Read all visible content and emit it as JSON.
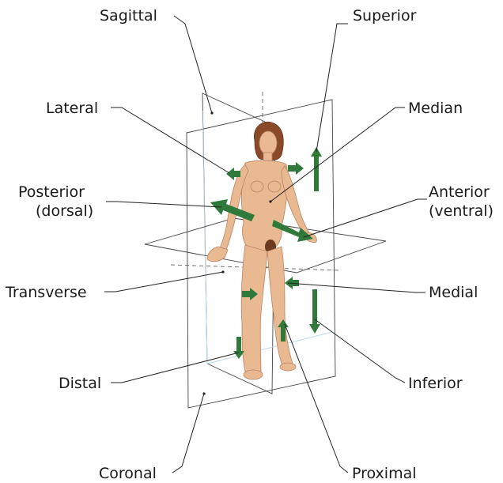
{
  "labels": {
    "sagittal": "Sagittal",
    "superior": "Superior",
    "lateral": "Lateral",
    "median": "Median",
    "posterior_line1": "Posterior",
    "posterior_line2": "(dorsal)",
    "anterior_line1": "Anterior",
    "anterior_line2": "(ventral)",
    "transverse": "Transverse",
    "medial": "Medial",
    "distal": "Distal",
    "inferior": "Inferior",
    "coronal": "Coronal",
    "proximal": "Proximal"
  },
  "colors": {
    "arrow": "#2f7a3a",
    "plane_line": "#444444",
    "coronal_plane_tint": "#b9d8ee",
    "skin": "#e9b991",
    "hair": "#8a4a2a"
  }
}
